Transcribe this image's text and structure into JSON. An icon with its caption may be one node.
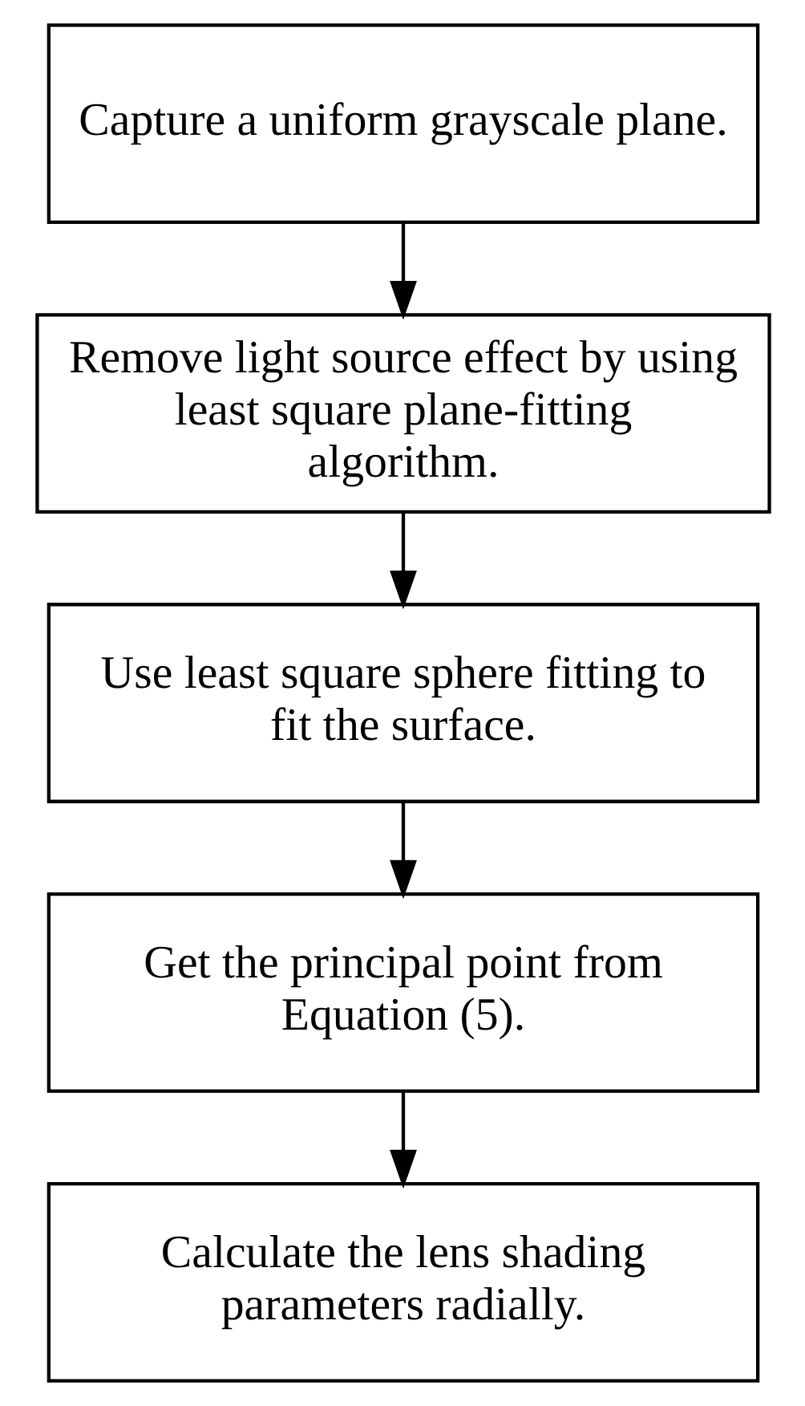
{
  "diagram": {
    "nodes": [
      {
        "text": [
          "Capture a uniform grayscale plane."
        ]
      },
      {
        "text": [
          "Remove light source effect by using least square plane-fitting algorithm."
        ]
      },
      {
        "text": [
          "Use least square sphere fitting to fit the surface."
        ]
      },
      {
        "text": [
          "Get the principal point from Equation (5)."
        ]
      },
      {
        "text": [
          "Calculate the lens shading parameters radially."
        ]
      }
    ],
    "edges": [
      {
        "from": 0,
        "to": 1,
        "arrow": "to"
      },
      {
        "from": 1,
        "to": 2,
        "arrow": "to"
      },
      {
        "from": 2,
        "to": 3,
        "arrow": "to"
      },
      {
        "from": 3,
        "to": 4,
        "arrow": "to"
      }
    ]
  }
}
